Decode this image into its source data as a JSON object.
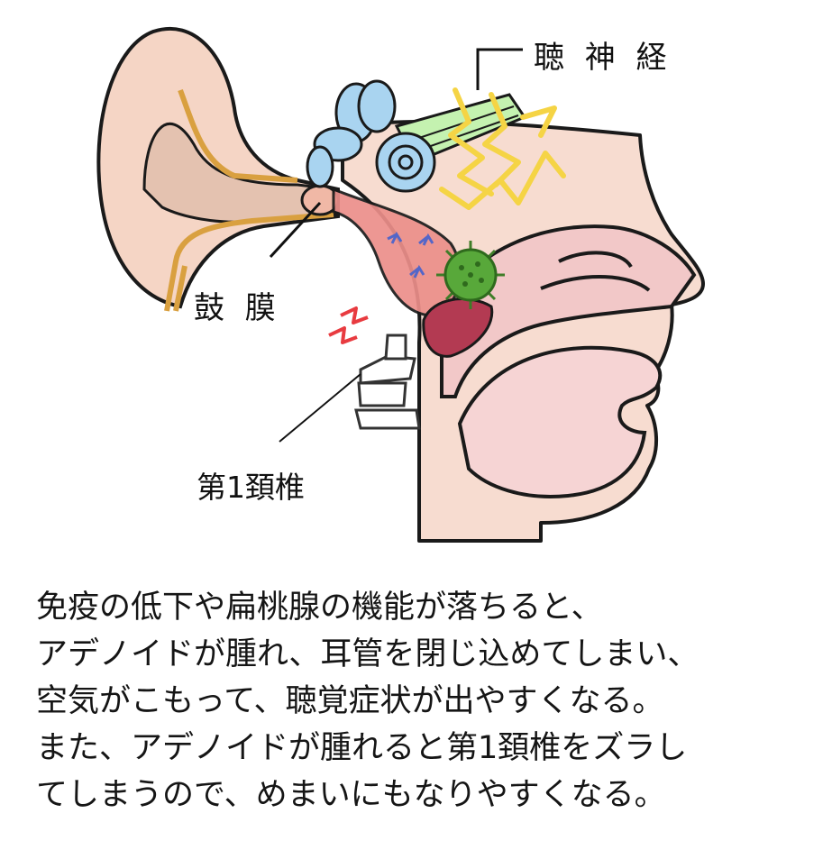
{
  "labels": {
    "auditory_nerve": "聴 神 経",
    "eardrum": "鼓 膜",
    "first_cervical": "第1頚椎"
  },
  "caption_lines": [
    "免疫の低下や扁桃腺の機能が落ちると、",
    "アデノイドが腫れ、耳管を閉じ込めてしまい、",
    "空気がこもって、聴覚症状が出やすくなる。",
    "また、アデノイドが腫れると第1頚椎をズラし",
    "てしまうので、めまいにもなりやすくなる。"
  ],
  "colors": {
    "skin": "#f7dcd0",
    "ear_canal": "#e4c2b0",
    "nasal_pink": "#f2c8c8",
    "inner_ear_blue": "#a9d4f0",
    "nerve_green": "#c4f2b0",
    "nerve_yellow": "#f5d445",
    "eustachian_pink": "#ec8f8a",
    "adenoid_red": "#b33a52",
    "virus_green": "#58a83a",
    "pain_red": "#e83b40",
    "ear_tube_orange": "#d9a040"
  }
}
